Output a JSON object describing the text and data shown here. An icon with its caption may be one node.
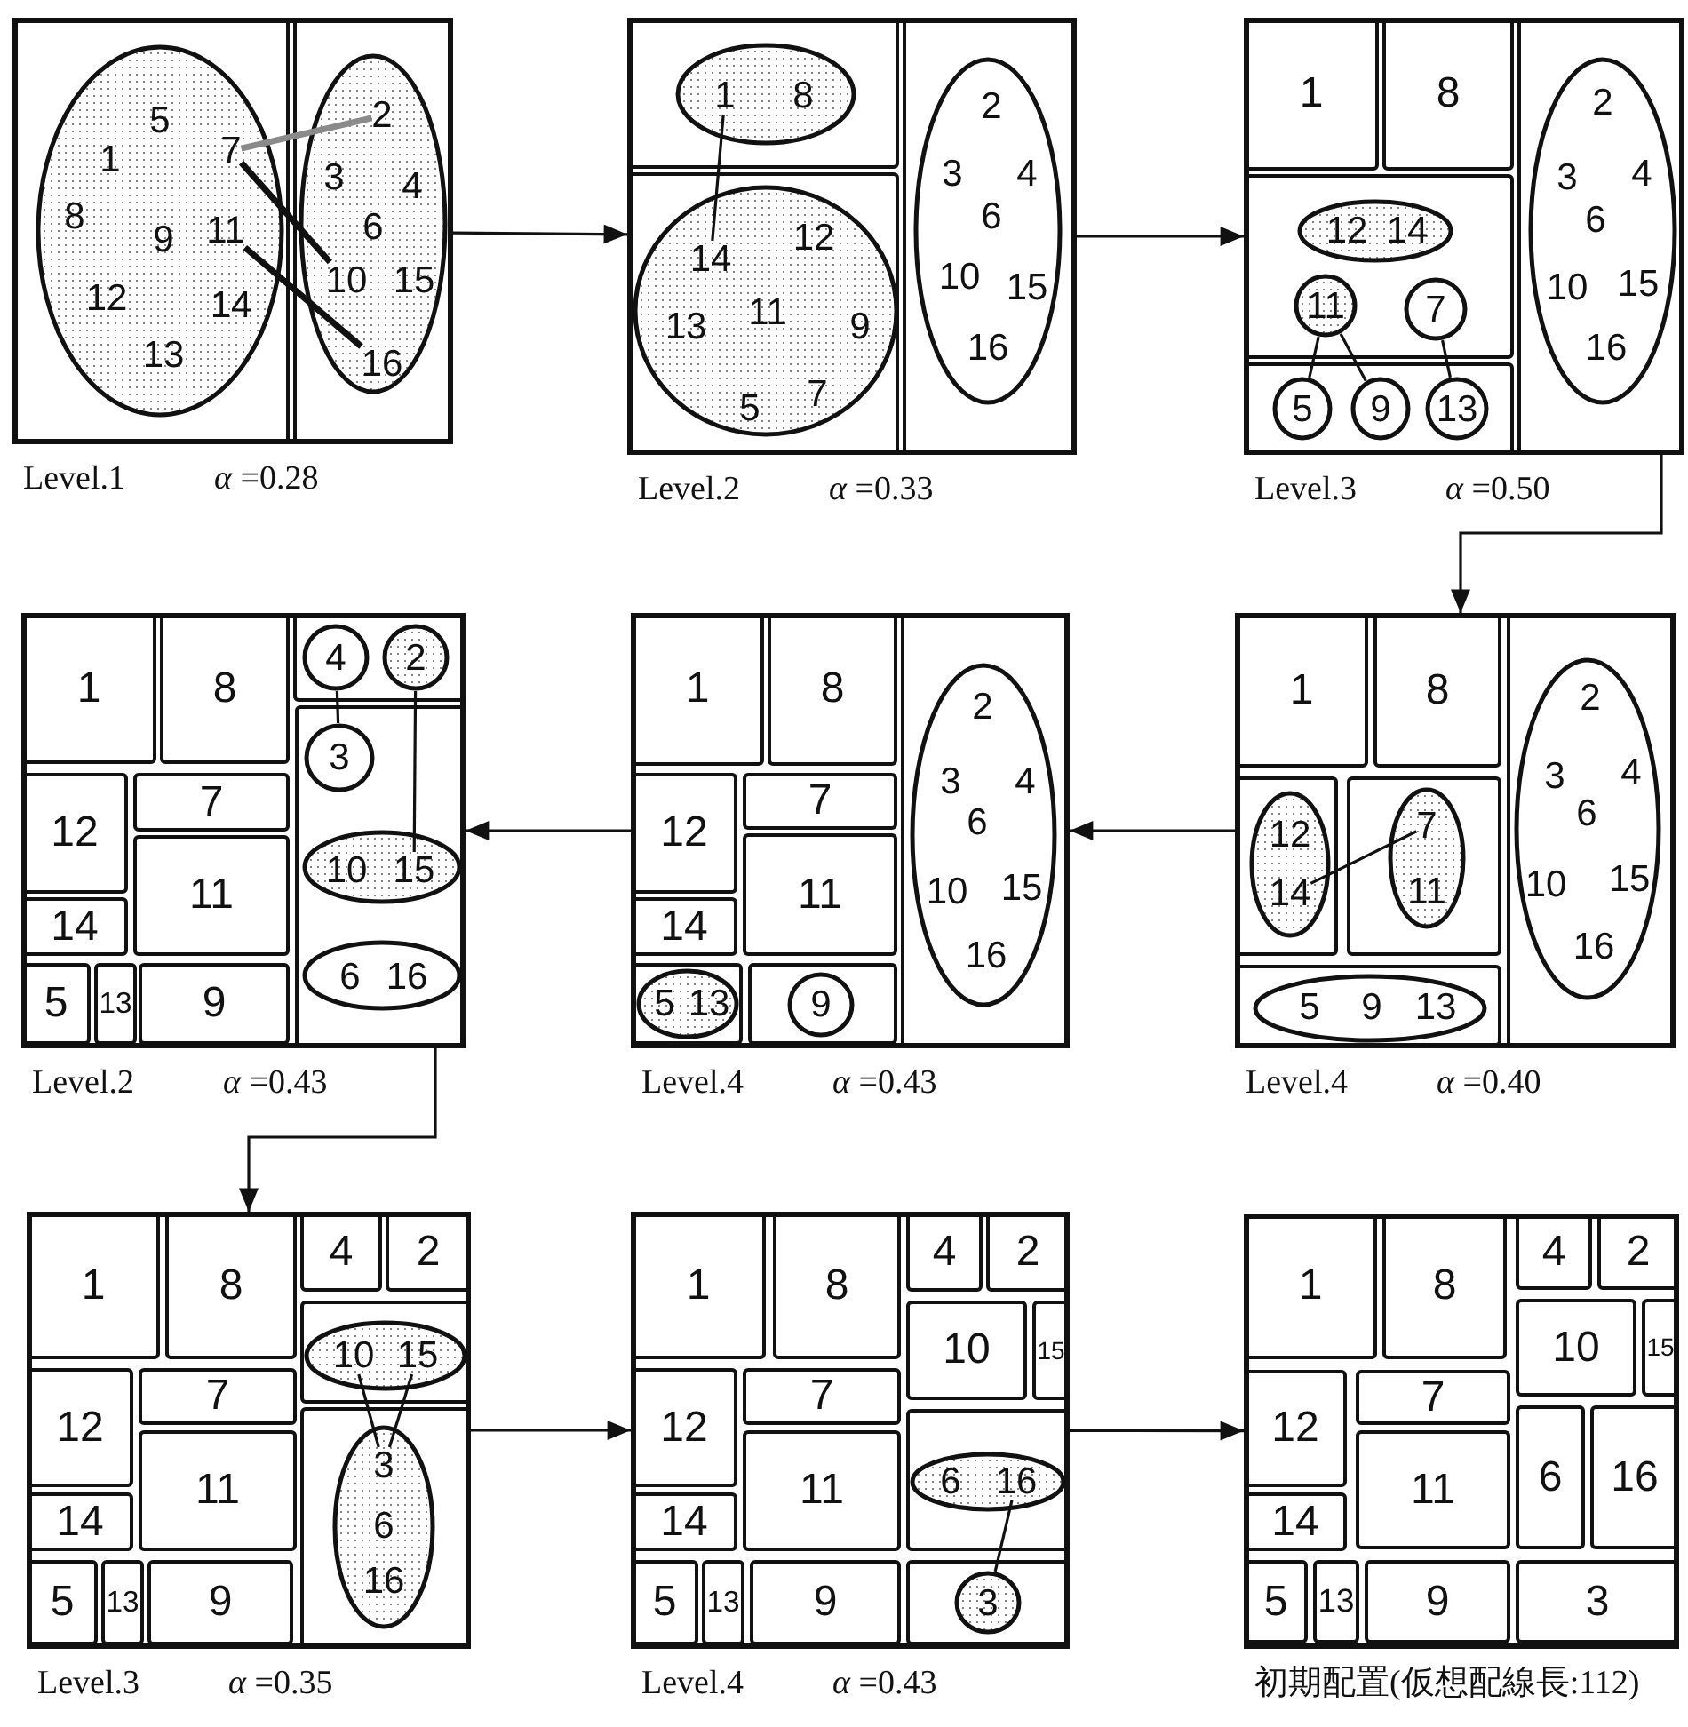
{
  "diagram": {
    "nodes": [
      {
        "text": [],
        "shape": "box",
        "beside": [
          "Level.1",
          "*α* =0.28"
        ]
      },
      {
        "text": [],
        "shape": "box",
        "in": 0
      },
      {
        "text": [],
        "shape": "ellipse",
        "in": 1
      },
      {
        "text": [
          "5"
        ],
        "in": 2
      },
      {
        "text": [
          "1"
        ],
        "in": 2
      },
      {
        "text": [
          "7"
        ],
        "in": 2
      },
      {
        "text": [
          "8"
        ],
        "in": 2
      },
      {
        "text": [
          "9"
        ],
        "in": 2
      },
      {
        "text": [
          "11"
        ],
        "in": 2
      },
      {
        "text": [
          "12"
        ],
        "in": 2
      },
      {
        "text": [
          "14"
        ],
        "in": 2
      },
      {
        "text": [
          "13"
        ],
        "in": 2
      },
      {
        "text": [],
        "shape": "box",
        "in": 0
      },
      {
        "text": [],
        "shape": "ellipse",
        "in": 12
      },
      {
        "text": [
          "2"
        ],
        "in": 13
      },
      {
        "text": [
          "3"
        ],
        "in": 13
      },
      {
        "text": [
          "4"
        ],
        "in": 13
      },
      {
        "text": [
          "6"
        ],
        "in": 13
      },
      {
        "text": [
          "10"
        ],
        "in": 13
      },
      {
        "text": [
          "15"
        ],
        "in": 13
      },
      {
        "text": [
          "16"
        ],
        "in": 13
      },
      {
        "text": [],
        "shape": "box",
        "beside": [
          "Level.2",
          "*α* =0.33"
        ]
      },
      {
        "text": [],
        "shape": "box",
        "in": 21
      },
      {
        "text": [],
        "shape": "ellipse",
        "in": 22
      },
      {
        "text": [
          "1"
        ],
        "in": 23
      },
      {
        "text": [
          "8"
        ],
        "in": 23
      },
      {
        "text": [],
        "shape": "box",
        "in": 21
      },
      {
        "text": [],
        "shape": "circle",
        "in": 26
      },
      {
        "text": [
          "14"
        ],
        "in": 27
      },
      {
        "text": [
          "12"
        ],
        "in": 27
      },
      {
        "text": [
          "13"
        ],
        "in": 27
      },
      {
        "text": [
          "11"
        ],
        "in": 27
      },
      {
        "text": [
          "9"
        ],
        "in": 27
      },
      {
        "text": [
          "7"
        ],
        "in": 27
      },
      {
        "text": [
          "5"
        ],
        "in": 27
      },
      {
        "text": [],
        "shape": "box",
        "in": 21
      },
      {
        "text": [],
        "shape": "ellipse",
        "in": 35
      },
      {
        "text": [
          "2"
        ],
        "in": 36
      },
      {
        "text": [
          "3"
        ],
        "in": 36
      },
      {
        "text": [
          "4"
        ],
        "in": 36
      },
      {
        "text": [
          "6"
        ],
        "in": 36
      },
      {
        "text": [
          "10"
        ],
        "in": 36
      },
      {
        "text": [
          "15"
        ],
        "in": 36
      },
      {
        "text": [
          "16"
        ],
        "in": 36
      },
      {
        "text": [],
        "shape": "box",
        "beside": [
          "Level.3",
          "*α* =0.50"
        ]
      },
      {
        "text": [
          "1"
        ],
        "in": 44
      },
      {
        "text": [
          "8"
        ],
        "in": 44
      },
      {
        "text": [],
        "shape": "box",
        "in": 44
      },
      {
        "text": [],
        "shape": "ellipse",
        "in": 47
      },
      {
        "text": [
          "12"
        ],
        "in": 48
      },
      {
        "text": [
          "14"
        ],
        "in": 48
      },
      {
        "text": [
          "11"
        ],
        "in": 47
      },
      {
        "text": [
          "7"
        ],
        "in": 47
      },
      {
        "text": [],
        "shape": "box",
        "in": 44
      },
      {
        "text": [
          "5"
        ],
        "in": 53
      },
      {
        "text": [
          "9"
        ],
        "in": 53
      },
      {
        "text": [
          "13"
        ],
        "in": 53
      },
      {
        "text": [],
        "shape": "box",
        "in": 44
      },
      {
        "text": [],
        "shape": "ellipse",
        "in": 57
      },
      {
        "text": [
          "2"
        ],
        "in": 58
      },
      {
        "text": [
          "3"
        ],
        "in": 58
      },
      {
        "text": [
          "4"
        ],
        "in": 58
      },
      {
        "text": [
          "6"
        ],
        "in": 58
      },
      {
        "text": [
          "10"
        ],
        "in": 58
      },
      {
        "text": [
          "15"
        ],
        "in": 58
      },
      {
        "text": [
          "16"
        ],
        "in": 58
      },
      {
        "text": [],
        "shape": "box",
        "beside": [
          "Level.2",
          "*α* =0.43"
        ]
      },
      {
        "text": [
          "1"
        ],
        "in": 66
      },
      {
        "text": [
          "8"
        ],
        "in": 66
      },
      {
        "text": [],
        "shape": "box",
        "in": 66
      },
      {
        "text": [
          "4"
        ],
        "in": 69
      },
      {
        "text": [
          "2"
        ],
        "in": 69
      },
      {
        "text": [
          "12"
        ],
        "in": 66
      },
      {
        "text": [
          "7"
        ],
        "in": 66
      },
      {
        "text": [
          "11"
        ],
        "in": 66
      },
      {
        "text": [
          "14"
        ],
        "in": 66
      },
      {
        "text": [
          "5"
        ],
        "in": 66
      },
      {
        "text": [
          "13"
        ],
        "in": 66
      },
      {
        "text": [
          "9"
        ],
        "in": 66
      },
      {
        "text": [],
        "shape": "box",
        "in": 66
      },
      {
        "text": [
          "3"
        ],
        "in": 79
      },
      {
        "text": [],
        "shape": "ellipse",
        "in": 79
      },
      {
        "text": [
          "10"
        ],
        "in": 81
      },
      {
        "text": [
          "15"
        ],
        "in": 81
      },
      {
        "text": [],
        "shape": "ellipse",
        "in": 79
      },
      {
        "text": [
          "6"
        ],
        "in": 84
      },
      {
        "text": [
          "16"
        ],
        "in": 84
      },
      {
        "text": [],
        "shape": "box",
        "beside": [
          "Level.4",
          "*α* =0.43"
        ]
      },
      {
        "text": [
          "1"
        ],
        "in": 87
      },
      {
        "text": [
          "8"
        ],
        "in": 87
      },
      {
        "text": [
          "12"
        ],
        "in": 87
      },
      {
        "text": [
          "7"
        ],
        "in": 87
      },
      {
        "text": [
          "11"
        ],
        "in": 87
      },
      {
        "text": [
          "14"
        ],
        "in": 87
      },
      {
        "text": [],
        "shape": "box",
        "in": 87
      },
      {
        "text": [],
        "shape": "ellipse",
        "in": 94
      },
      {
        "text": [
          "5"
        ],
        "in": 95
      },
      {
        "text": [
          "13"
        ],
        "in": 95
      },
      {
        "text": [],
        "shape": "box",
        "in": 87
      },
      {
        "text": [
          "9"
        ],
        "in": 98
      },
      {
        "text": [],
        "shape": "box",
        "in": 87
      },
      {
        "text": [],
        "shape": "ellipse",
        "in": 100
      },
      {
        "text": [
          "2"
        ],
        "in": 101
      },
      {
        "text": [
          "3"
        ],
        "in": 101
      },
      {
        "text": [
          "4"
        ],
        "in": 101
      },
      {
        "text": [
          "6"
        ],
        "in": 101
      },
      {
        "text": [
          "10"
        ],
        "in": 101
      },
      {
        "text": [
          "15"
        ],
        "in": 101
      },
      {
        "text": [
          "16"
        ],
        "in": 101
      },
      {
        "text": [],
        "shape": "box",
        "beside": [
          "Level.4",
          "*α* =0.40"
        ]
      },
      {
        "text": [
          "1"
        ],
        "in": 109
      },
      {
        "text": [
          "8"
        ],
        "in": 109
      },
      {
        "text": [],
        "shape": "box",
        "in": 109
      },
      {
        "text": [],
        "shape": "ellipse",
        "in": 112
      },
      {
        "text": [
          "12"
        ],
        "in": 113
      },
      {
        "text": [
          "14"
        ],
        "in": 113
      },
      {
        "text": [],
        "shape": "box",
        "in": 109
      },
      {
        "text": [],
        "shape": "ellipse",
        "in": 116
      },
      {
        "text": [
          "7"
        ],
        "in": 117
      },
      {
        "text": [
          "11"
        ],
        "in": 117
      },
      {
        "text": [],
        "shape": "box",
        "in": 109
      },
      {
        "text": [],
        "shape": "ellipse",
        "in": 120
      },
      {
        "text": [
          "5"
        ],
        "in": 121
      },
      {
        "text": [
          "9"
        ],
        "in": 121
      },
      {
        "text": [
          "13"
        ],
        "in": 121
      },
      {
        "text": [],
        "shape": "box",
        "in": 109
      },
      {
        "text": [],
        "shape": "ellipse",
        "in": 125
      },
      {
        "text": [
          "2"
        ],
        "in": 126
      },
      {
        "text": [
          "3"
        ],
        "in": 126
      },
      {
        "text": [
          "4"
        ],
        "in": 126
      },
      {
        "text": [
          "6"
        ],
        "in": 126
      },
      {
        "text": [
          "10"
        ],
        "in": 126
      },
      {
        "text": [
          "15"
        ],
        "in": 126
      },
      {
        "text": [
          "16"
        ],
        "in": 126
      },
      {
        "text": [],
        "shape": "box",
        "beside": [
          "Level.3",
          "*α* =0.35"
        ]
      },
      {
        "text": [
          "1"
        ],
        "in": 134
      },
      {
        "text": [
          "8"
        ],
        "in": 134
      },
      {
        "text": [
          "4"
        ],
        "in": 134
      },
      {
        "text": [
          "2"
        ],
        "in": 134
      },
      {
        "text": [],
        "shape": "box",
        "in": 134
      },
      {
        "text": [],
        "shape": "ellipse",
        "in": 139
      },
      {
        "text": [
          "10"
        ],
        "in": 140
      },
      {
        "text": [
          "15"
        ],
        "in": 140
      },
      {
        "text": [
          "12"
        ],
        "in": 134
      },
      {
        "text": [
          "7"
        ],
        "in": 134
      },
      {
        "text": [],
        "shape": "box",
        "in": 134
      },
      {
        "text": [],
        "shape": "ellipse",
        "in": 145
      },
      {
        "text": [
          "3"
        ],
        "in": 146
      },
      {
        "text": [
          "6"
        ],
        "in": 146
      },
      {
        "text": [
          "16"
        ],
        "in": 146
      },
      {
        "text": [
          "11"
        ],
        "in": 134
      },
      {
        "text": [
          "14"
        ],
        "in": 134
      },
      {
        "text": [
          "5"
        ],
        "in": 134
      },
      {
        "text": [
          "13"
        ],
        "in": 134
      },
      {
        "text": [
          "9"
        ],
        "in": 134
      },
      {
        "text": [],
        "shape": "box",
        "beside": [
          "Level.4",
          "*α* =0.43"
        ]
      },
      {
        "text": [
          "1"
        ],
        "in": 155
      },
      {
        "text": [
          "8"
        ],
        "in": 155
      },
      {
        "text": [
          "4"
        ],
        "in": 155
      },
      {
        "text": [
          "2"
        ],
        "in": 155
      },
      {
        "text": [
          "10"
        ],
        "in": 155
      },
      {
        "text": [
          "15"
        ],
        "in": 155
      },
      {
        "text": [
          "12"
        ],
        "in": 155
      },
      {
        "text": [
          "7"
        ],
        "in": 155
      },
      {
        "text": [],
        "shape": "box",
        "in": 155
      },
      {
        "text": [],
        "shape": "ellipse",
        "in": 164
      },
      {
        "text": [
          "6"
        ],
        "in": 165
      },
      {
        "text": [
          "16"
        ],
        "in": 165
      },
      {
        "text": [
          "11"
        ],
        "in": 155
      },
      {
        "text": [
          "14"
        ],
        "in": 155
      },
      {
        "text": [
          "5"
        ],
        "in": 155
      },
      {
        "text": [
          "13"
        ],
        "in": 155
      },
      {
        "text": [
          "9"
        ],
        "in": 155
      },
      {
        "text": [],
        "shape": "box",
        "in": 155
      },
      {
        "text": [
          "3"
        ],
        "in": 173
      },
      {
        "text": [],
        "shape": "box",
        "beside": [
          "初期配置(仮想配線長:112)"
        ]
      },
      {
        "text": [
          "1"
        ],
        "in": 175
      },
      {
        "text": [
          "8"
        ],
        "in": 175
      },
      {
        "text": [
          "4"
        ],
        "in": 175
      },
      {
        "text": [
          "2"
        ],
        "in": 175
      },
      {
        "text": [
          "10"
        ],
        "in": 175
      },
      {
        "text": [
          "15"
        ],
        "in": 175
      },
      {
        "text": [
          "12"
        ],
        "in": 175
      },
      {
        "text": [
          "7"
        ],
        "in": 175
      },
      {
        "text": [
          "6"
        ],
        "in": 175
      },
      {
        "text": [
          "16"
        ],
        "in": 175
      },
      {
        "text": [
          "11"
        ],
        "in": 175
      },
      {
        "text": [
          "14"
        ],
        "in": 175
      },
      {
        "text": [
          "5"
        ],
        "in": 175
      },
      {
        "text": [
          "13"
        ],
        "in": 175
      },
      {
        "text": [
          "9"
        ],
        "in": 175
      },
      {
        "text": [
          "3"
        ],
        "in": 175
      }
    ],
    "edges": [
      {
        "from": 0,
        "to": 21,
        "arrow": "to"
      },
      {
        "from": 21,
        "to": 44,
        "arrow": "to"
      },
      {
        "from": 44,
        "to": 109,
        "arrow": "to"
      },
      {
        "from": 109,
        "to": 87,
        "arrow": "to"
      },
      {
        "from": 87,
        "to": 66,
        "arrow": "to"
      },
      {
        "from": 66,
        "to": 134,
        "arrow": "to"
      },
      {
        "from": 134,
        "to": 155,
        "arrow": "to"
      },
      {
        "from": 155,
        "to": 175,
        "arrow": "to"
      },
      {
        "from": 5,
        "to": 14,
        "arrow": "none",
        "style": "thick",
        "color": "#8a8a8a"
      },
      {
        "from": 5,
        "to": 18,
        "arrow": "none",
        "style": "thick"
      },
      {
        "from": 8,
        "to": 20,
        "arrow": "none",
        "style": "thick"
      },
      {
        "from": 24,
        "to": 28,
        "arrow": "none"
      },
      {
        "from": 51,
        "to": 54,
        "arrow": "none"
      },
      {
        "from": 51,
        "to": 55,
        "arrow": "none"
      },
      {
        "from": 52,
        "to": 56,
        "arrow": "none"
      },
      {
        "from": 70,
        "to": 80,
        "arrow": "none"
      },
      {
        "from": 71,
        "to": 83,
        "arrow": "none"
      },
      {
        "from": 115,
        "to": 118,
        "arrow": "none"
      },
      {
        "from": 141,
        "to": 147,
        "arrow": "none"
      },
      {
        "from": 142,
        "to": 147,
        "arrow": "none"
      },
      {
        "from": 167,
        "to": 174,
        "arrow": "none"
      }
    ]
  }
}
